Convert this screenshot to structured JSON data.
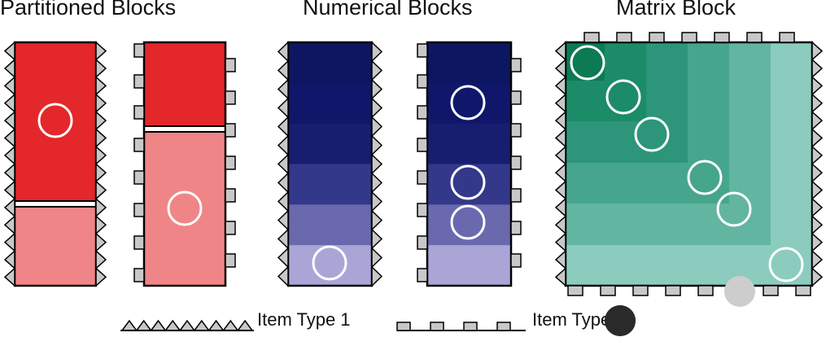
{
  "titles": {
    "partitioned": "Partitioned Blocks",
    "numerical": "Numerical Blocks",
    "matrix": "Matrix Block"
  },
  "legend": {
    "item1": "Item Type 1",
    "item2": "Item Type 2"
  },
  "colors": {
    "red_dark": "#e3272b",
    "red_light": "#f08587",
    "blue_levels": [
      "#0d1660",
      "#10176a",
      "#171e70",
      "#33388a",
      "#6a69ae",
      "#a9a6d7"
    ],
    "green_levels": [
      "#0c7a53",
      "#1c8b68",
      "#2c957a",
      "#46a58d",
      "#62b5a1",
      "#8bccbf"
    ],
    "marker_gray": "#c8c8c8",
    "dark_dot": "#2a2a2a",
    "light_dot": "#cdcdcd"
  }
}
